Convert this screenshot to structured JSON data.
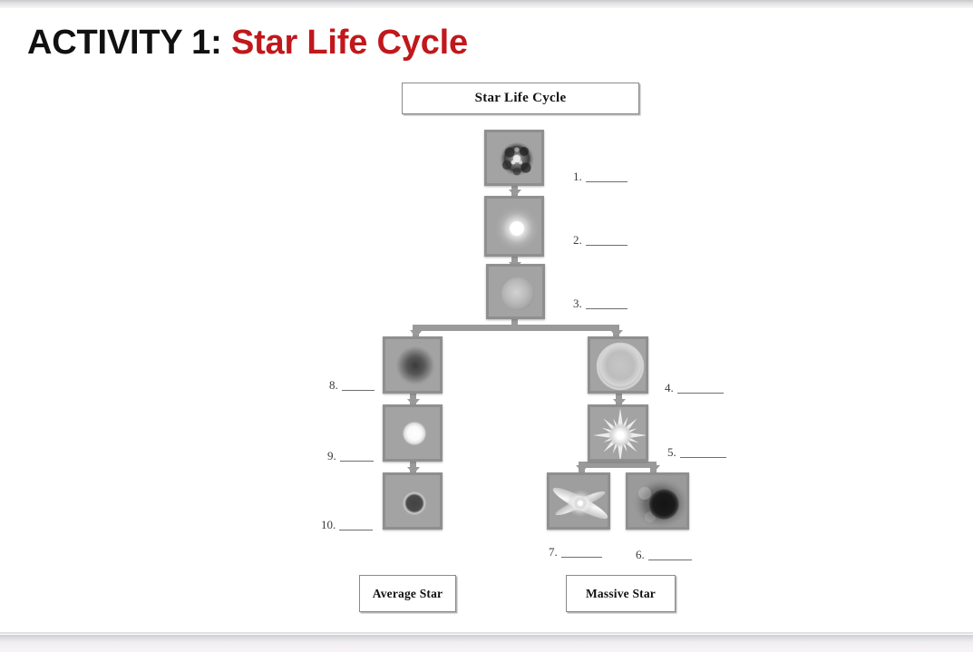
{
  "title": {
    "prefix": "ACTIVITY 1:",
    "subject": "Star Life Cycle",
    "prefix_color": "#111111",
    "subject_color": "#c0181c"
  },
  "diagram": {
    "header_box": "Star Life Cycle",
    "category_boxes": [
      {
        "id": "average-star",
        "label": "Average Star"
      },
      {
        "id": "massive-star",
        "label": "Massive Star"
      }
    ],
    "stages": [
      {
        "id": "nebula",
        "art": "nebula",
        "blank": "1."
      },
      {
        "id": "protostar",
        "art": "protostar",
        "blank": "2."
      },
      {
        "id": "main-sequence-star",
        "art": "main-sequence",
        "blank": "3."
      },
      {
        "id": "red-supergiant",
        "art": "red-supergiant",
        "blank": "4."
      },
      {
        "id": "supernova",
        "art": "supernova",
        "blank": "5."
      },
      {
        "id": "black-hole",
        "art": "black-hole",
        "blank": "6."
      },
      {
        "id": "neutron-star",
        "art": "neutron-star",
        "blank": "7."
      },
      {
        "id": "red-giant",
        "art": "red-giant",
        "blank": "8."
      },
      {
        "id": "white-dwarf",
        "art": "white-dwarf",
        "blank": "9."
      },
      {
        "id": "black-dwarf",
        "art": "black-dwarf",
        "blank": "10."
      }
    ],
    "blanks": {
      "b1": "1.",
      "b2": "2.",
      "b3": "3.",
      "b4": "4.",
      "b5": "5.",
      "b6": "6.",
      "b7": "7.",
      "b8": "8.",
      "b9": "9.",
      "b10": "10."
    }
  },
  "colors": {
    "tile_fill": "#a3a3a3",
    "tile_border": "#8f8f8f",
    "connector": "#9a9a9a",
    "box_border": "#8a8a8a",
    "blank_line": "#6e6e6e",
    "page_background": "#ffffff"
  }
}
